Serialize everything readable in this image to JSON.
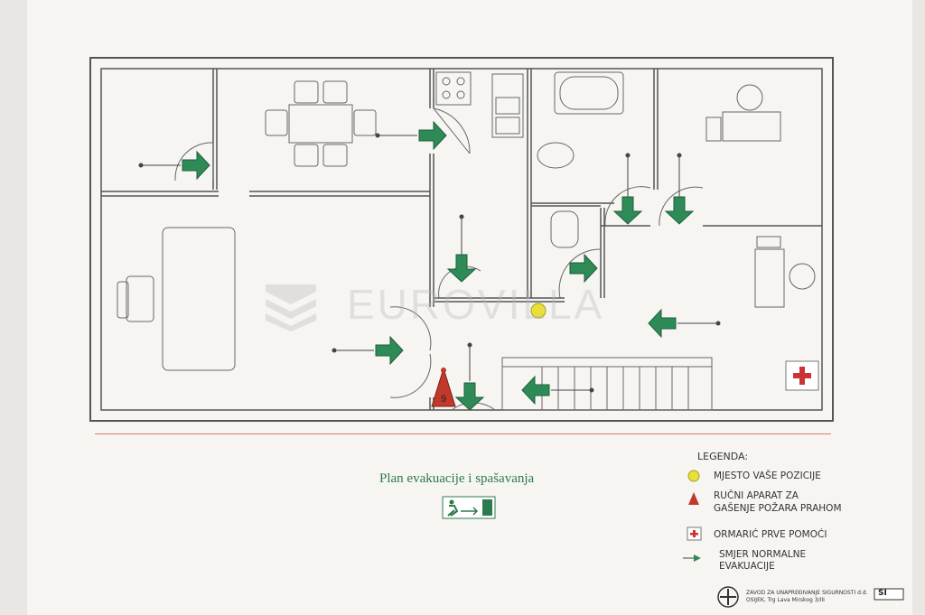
{
  "watermark": "EUROVILLA",
  "plan_title": "Plan evakuacije i spašavanja",
  "extinguisher_number": "9",
  "legend": {
    "heading": "LEGENDA:",
    "items": [
      {
        "icon": "yellow-dot-icon",
        "text": "MJESTO VAŠE POZICIJE"
      },
      {
        "icon": "red-triangle-icon",
        "text_line1": "RUČNI APARAT ZA",
        "text_line2": "GAŠENJE POŽARA PRAHOM"
      },
      {
        "icon": "first-aid-icon",
        "text": "ORMARIĆ PRVE POMOĆI"
      },
      {
        "icon": "green-arrow-icon",
        "text_line1": "SMJER NORMALNE",
        "text_line2": "EVAKUACIJE"
      }
    ]
  },
  "footer": {
    "line1": "ZAVOD ZA UNAPREĐIVANJE SIGURNOSTI d.d.",
    "line2": "OSIJEK, Trg Lava Mirskog 3/III",
    "badge": "SI"
  },
  "colors": {
    "wall": "#555555",
    "arrow": "#2e8b57",
    "marker": "#e8e03a",
    "extinguisher": "#c0392b",
    "firstaid": "#cc3333"
  }
}
